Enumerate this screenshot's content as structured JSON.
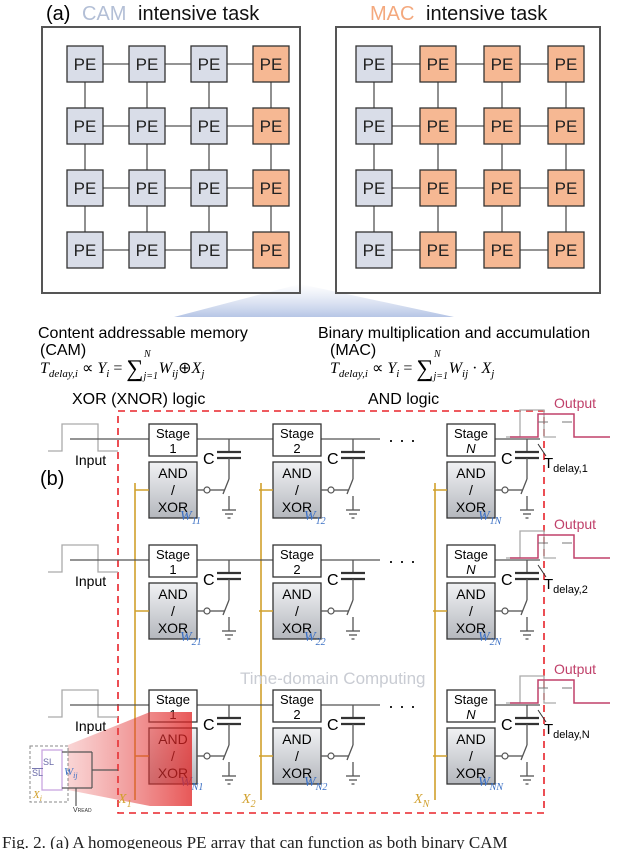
{
  "panel_a": {
    "label": "(a)",
    "left_title": {
      "accent": "CAM",
      "rest": "intensive task"
    },
    "right_title": {
      "accent": "MAC",
      "rest": "intensive task"
    },
    "pe_label": "PE",
    "left_grid": [
      [
        "gray",
        "gray",
        "gray",
        "orange"
      ],
      [
        "gray",
        "gray",
        "gray",
        "orange"
      ],
      [
        "gray",
        "gray",
        "gray",
        "orange"
      ],
      [
        "gray",
        "gray",
        "gray",
        "orange"
      ]
    ],
    "right_grid": [
      [
        "gray",
        "orange",
        "orange",
        "orange"
      ],
      [
        "gray",
        "orange",
        "orange",
        "orange"
      ],
      [
        "gray",
        "orange",
        "orange",
        "orange"
      ],
      [
        "gray",
        "orange",
        "orange",
        "orange"
      ]
    ]
  },
  "equations": {
    "cam_title_1": "Content addressable memory",
    "cam_title_2": "(CAM)",
    "cam_logic": "XOR (XNOR) logic",
    "mac_title_1": "Binary multiplication and accumulation",
    "mac_title_2": "(MAC)",
    "mac_logic": "AND logic"
  },
  "panel_b": {
    "label": "(b)",
    "input_label": "Input",
    "output_label": "Output",
    "cap_label": "C",
    "gate_lines": [
      "AND",
      "/",
      "XOR"
    ],
    "ellipsis": "· · ·",
    "center_caption": "Time-domain Computing",
    "rows": [
      {
        "stages": [
          "1",
          "2",
          "N"
        ],
        "weights": [
          "11",
          "12",
          "1N"
        ],
        "delay": "delay,1"
      },
      {
        "stages": [
          "1",
          "2",
          "N"
        ],
        "weights": [
          "21",
          "22",
          "2N"
        ],
        "delay": "delay,2"
      },
      {
        "stages": [
          "1",
          "2",
          "N"
        ],
        "weights": [
          "N1",
          "N2",
          "NN"
        ],
        "delay": "delay,N"
      }
    ],
    "x_labels": [
      "1",
      "2",
      "N"
    ],
    "cell": {
      "sl": "SL",
      "sl_bar": "SL",
      "w": "ij",
      "x": "i",
      "vread": "READ"
    }
  },
  "caption": "Fig. 2.  (a) A homogeneous PE array that can function as both binary CAM",
  "colors": {
    "pe_gray": "#d9dde8",
    "pe_orange": "#f6b893",
    "accent_blue": "#b3bfd6",
    "accent_orange": "#f4a97e",
    "red_dash": "#e8232a",
    "weight_blue": "#3a6fc4",
    "x_gold": "#d1a02c",
    "output_pink": "#c0406a"
  }
}
